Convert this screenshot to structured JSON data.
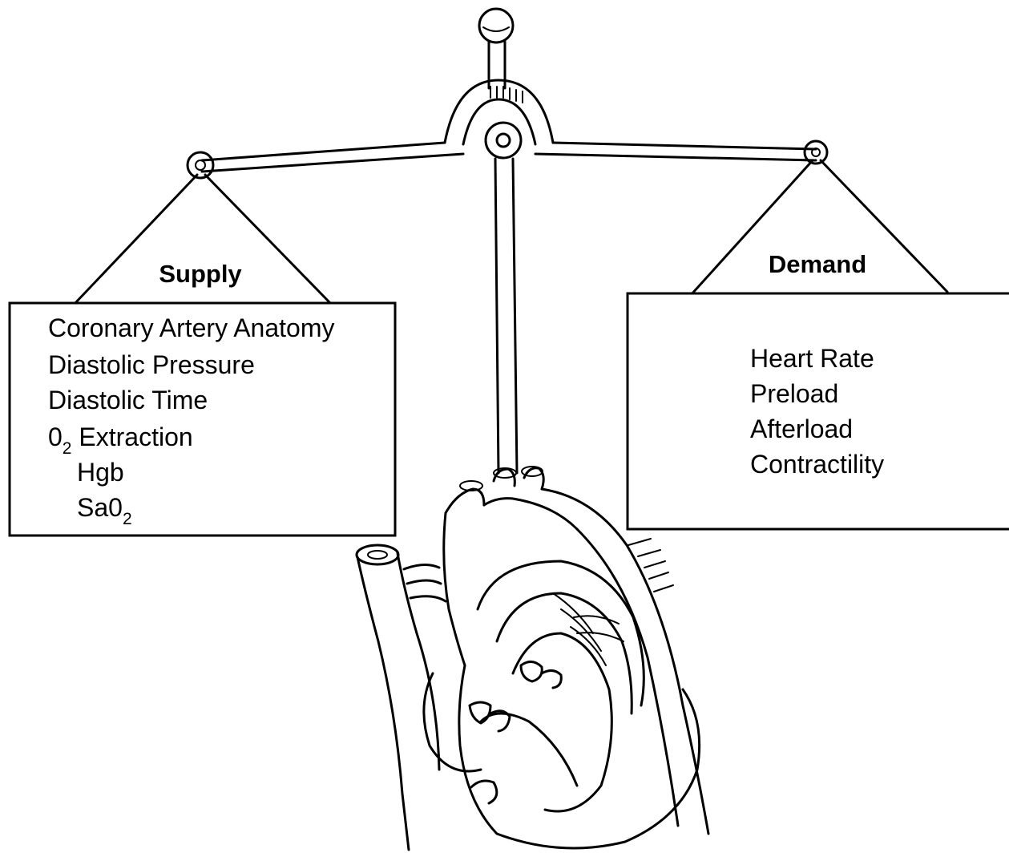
{
  "supply": {
    "title": "Supply",
    "factors": [
      {
        "text": "Coronary Artery Anatomy"
      },
      {
        "text": "Diastolic Pressure"
      },
      {
        "text": "Diastolic Time"
      },
      {
        "text": "0",
        "subscript": "2",
        "suffix": " Extraction"
      },
      {
        "text": "Hgb"
      },
      {
        "text": "Sa0",
        "subscript": "2",
        "suffix": ""
      }
    ]
  },
  "demand": {
    "title": "Demand",
    "factors": [
      {
        "text": "Heart Rate"
      },
      {
        "text": "Preload"
      },
      {
        "text": "Afterload"
      },
      {
        "text": "Contractility"
      }
    ]
  },
  "illustration": {
    "scale_icon": "balance-scale-icon",
    "organ_icon": "heart-icon"
  }
}
